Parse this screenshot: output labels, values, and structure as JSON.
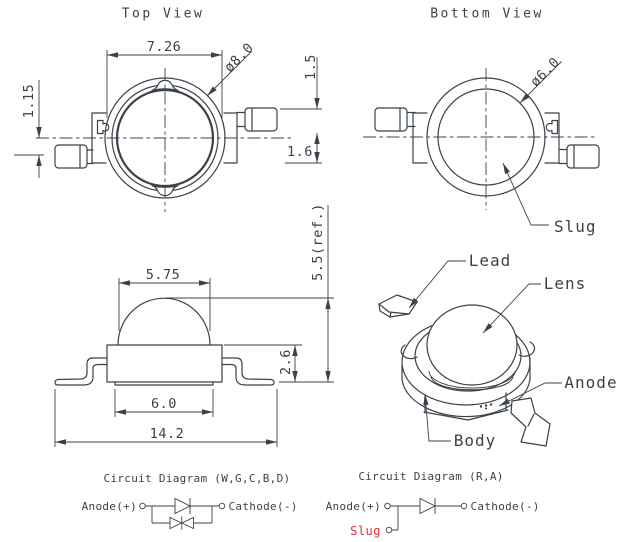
{
  "colors": {
    "line": "#3b4249",
    "accent_red": "#ee2c2c",
    "background": "#ffffff"
  },
  "top_view": {
    "title": "Top View",
    "dim_width": "7.26",
    "dim_lens_dia": "ø8.0",
    "dim_lead_width": "1.5",
    "dim_lead_offset": "1.15",
    "dim_side_offset": "1.6"
  },
  "bottom_view": {
    "title": "Bottom View",
    "dim_slug_dia": "ø6.0",
    "label_slug": "Slug"
  },
  "side_view": {
    "dim_lens_base": "5.75",
    "dim_body_bottom": "6.0",
    "dim_total_width": "14.2",
    "dim_body_height": "2.6",
    "dim_total_height": "5.5(ref.)"
  },
  "perspective_view": {
    "label_lead": "Lead",
    "label_lens": "Lens",
    "label_anode": "Anode",
    "label_body": "Body"
  },
  "circuit_left": {
    "title": "Circuit Diagram (W,G,C,B,D)",
    "label_anode": "Anode(+)",
    "label_cathode": "Cathode(-)"
  },
  "circuit_right": {
    "title": "Circuit Diagram (R,A)",
    "label_anode": "Anode(+)",
    "label_cathode": "Cathode(-)",
    "label_slug": "Slug"
  }
}
